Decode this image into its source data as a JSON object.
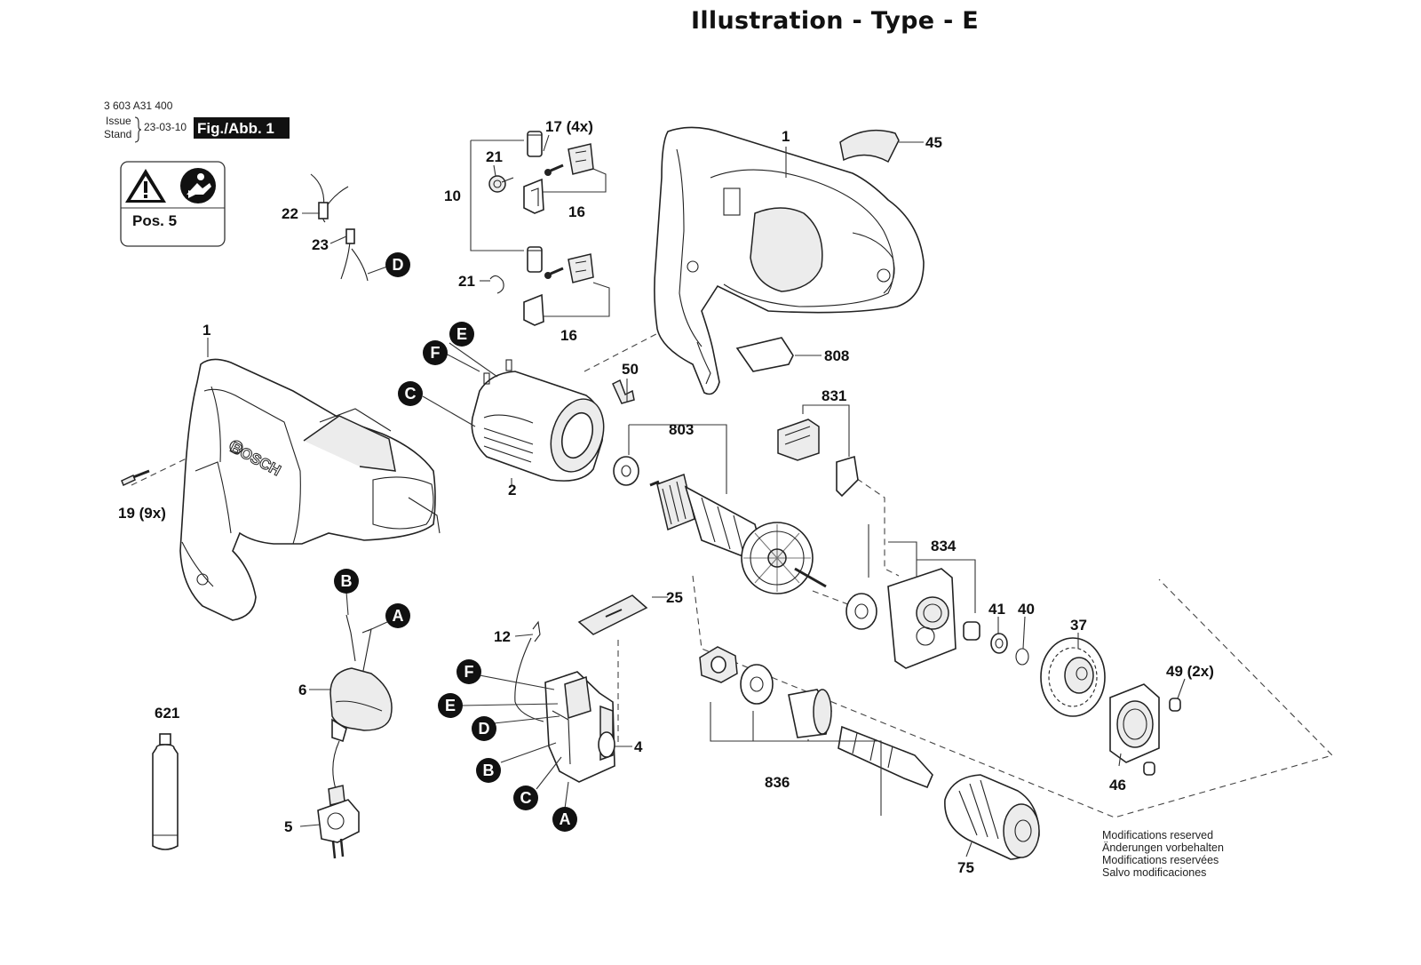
{
  "title": "Illustration - Type - E",
  "header": {
    "part_number": "3 603 A31 400",
    "issue_label": "Issue",
    "stand_label": "Stand",
    "date": "23-03-10",
    "figure_label": "Fig./Abb. 1"
  },
  "warning_box": {
    "label": "Pos. 5",
    "icons": [
      "warning-triangle-icon",
      "read-manual-icon"
    ]
  },
  "callouts": {
    "c1_top": "1",
    "c45": "45",
    "c17": "17 (4x)",
    "c21_top": "21",
    "c10": "10",
    "c16_top": "16",
    "c21_bottom": "21",
    "c16_bottom": "16",
    "c22": "22",
    "c23": "23",
    "c808": "808",
    "c1_left": "1",
    "c50": "50",
    "c803": "803",
    "c831": "831",
    "c2": "2",
    "c19": "19 (9x)",
    "c834": "834",
    "c25": "25",
    "c12": "12",
    "c41": "41",
    "c40": "40",
    "c37": "37",
    "c49": "49 (2x)",
    "c6": "6",
    "c621": "621",
    "c4": "4",
    "c836": "836",
    "c46": "46",
    "c5": "5",
    "c75": "75"
  },
  "connectors": {
    "D_top": "D",
    "E_stator": "E",
    "F_stator": "F",
    "C_stator": "C",
    "B_cord": "B",
    "A_cord": "A",
    "F_switch": "F",
    "E_switch": "E",
    "D_switch": "D",
    "B_switch": "B",
    "C_switch": "C",
    "A_switch": "A"
  },
  "housing_brand": "BOSCH",
  "modifications": [
    "Modifications reserved",
    "Änderungen vorbehalten",
    "Modifications reservées",
    "Salvo modificaciones"
  ]
}
